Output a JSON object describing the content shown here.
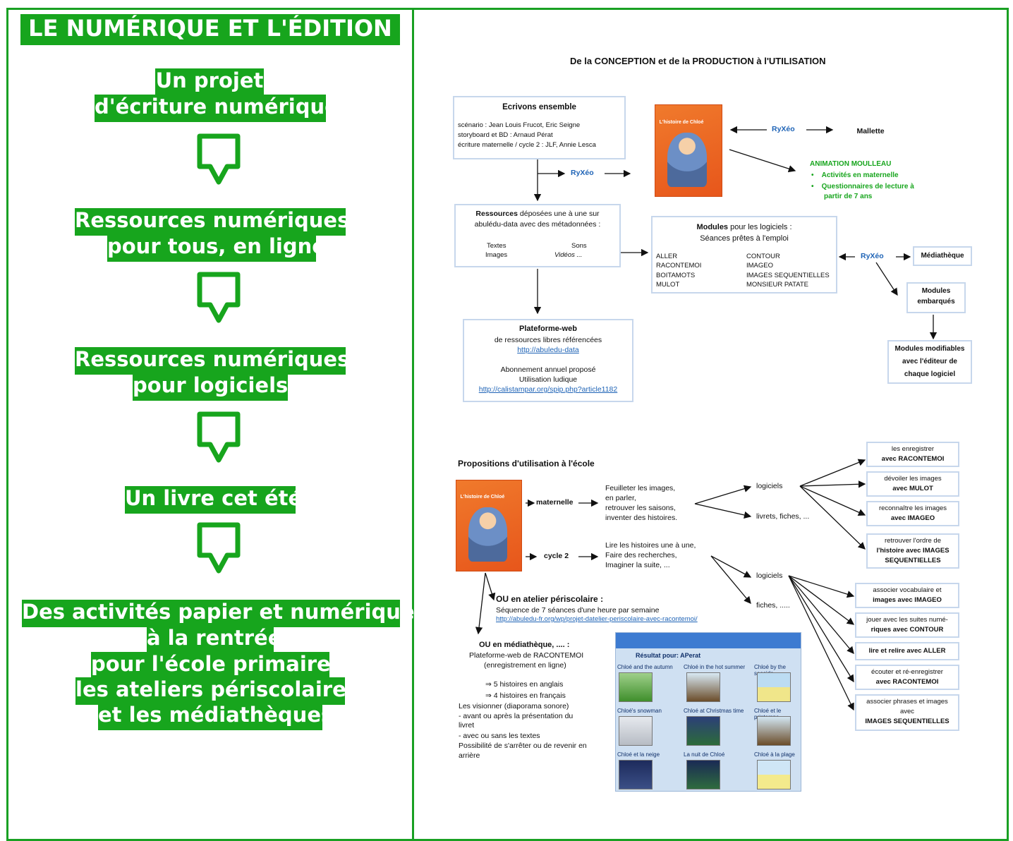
{
  "left": {
    "title": "LE NUMÉRIQUE ET L'ÉDITION",
    "step1": [
      "Un projet",
      "d'écriture numérique"
    ],
    "step2": [
      "Ressources numériques",
      "pour tous, en ligne"
    ],
    "step3": [
      "Ressources numériques",
      "pour logiciels"
    ],
    "step4": [
      "Un livre cet été"
    ],
    "step5": [
      "Des activités papier et numériques",
      "à la rentrée",
      "pour l'école primaire,",
      "les ateliers périscolaires",
      "et les médiathèques"
    ]
  },
  "right": {
    "heading": "De la CONCEPTION et de la PRODUCTION à l'UTILISATION",
    "ecrivons": {
      "title": "Ecrivons ensemble",
      "lines": [
        "scénario : Jean Louis Frucot, Eric Seigne",
        "storyboard et BD : Arnaud Pérat",
        "écriture maternelle / cycle 2 : JLF, Annie Lesca"
      ]
    },
    "ryxeo1": "RyXéo",
    "ryxeo2": "RyXéo",
    "ryxeo3": "RyXéo",
    "mallette": "Mallette",
    "animation": {
      "title": "ANIMATION MOULLEAU",
      "items": [
        "Activités en maternelle",
        "Questionnaires de lecture à",
        "partir de 7 ans"
      ]
    },
    "ressources": {
      "title_bold": "Ressources",
      "title_rest": " déposées une à une sur",
      "line2": "abulédu-data avec des métadonnées :",
      "col1": [
        "Textes",
        "Images"
      ],
      "col2": [
        "Sons",
        "Vidéos ..."
      ]
    },
    "modules": {
      "title_bold": "Modules",
      "title_rest": " pour les logiciels :",
      "line2": "Séances prêtes à l'emploi",
      "col1": [
        "ALLER",
        "RACONTEMOI",
        "BOITAMOTS",
        "MULOT"
      ],
      "col2": [
        "CONTOUR",
        "IMAGEO",
        "IMAGES SEQUENTIELLES",
        "MONSIEUR PATATE"
      ]
    },
    "mediatheque": "Médiathèque",
    "embarques": [
      "Modules",
      "embarqués"
    ],
    "modifiables": [
      "Modules modifiables",
      "avec l'éditeur de",
      "chaque logiciel"
    ],
    "plateforme": {
      "title": "Plateforme-web",
      "line1": "de ressources libres référencées",
      "link1": "http://abuledu-data",
      "line2": "Abonnement annuel proposé",
      "line3": "Utilisation ludique",
      "link2": "http://calistampar.org/spip.php?article1182"
    },
    "propositions": "Propositions d'utilisation à l'école",
    "maternelle": "maternelle",
    "cycle2": "cycle 2",
    "mat_acts": [
      "Feuilleter les images,",
      "en parler,",
      "retrouver les saisons,",
      "inventer des histoires."
    ],
    "cyc_acts": [
      "Lire les histoires une à une,",
      "Faire des recherches,",
      "Imaginer la suite, ..."
    ],
    "logiciels1": "logiciels",
    "livrets": "livrets, fiches, ...",
    "logiciels2": "logiciels",
    "fiches": "fiches, .....",
    "mat_soft": [
      [
        "les enregistrer",
        "avec RACONTEMOI"
      ],
      [
        "dévoiler les images",
        "avec MULOT"
      ],
      [
        "reconnaître les images",
        "avec IMAGEO"
      ],
      [
        "retrouver l'ordre de",
        "l'histoire avec IMAGES",
        "SEQUENTIELLES"
      ]
    ],
    "cyc_soft": [
      [
        "associer vocabulaire et",
        "images avec IMAGEO"
      ],
      [
        "jouer avec les suites numé-",
        "riques avec CONTOUR"
      ],
      [
        "lire et relire avec ALLER"
      ],
      [
        "écouter et ré-enregistrer",
        "avec RACONTEMOI"
      ],
      [
        "associer phrases et images",
        "avec",
        "IMAGES SEQUENTIELLES"
      ]
    ],
    "periscolaire": {
      "title": "OU en atelier périscolaire :",
      "line": "Séquence de 7 séances d'une heure par semaine",
      "link": "http://abuledu-fr.org/wp/projet-datelier-periscolaire-avec-racontemoi/"
    },
    "mediatheque_use": {
      "title": "OU en médiathèque, .... :",
      "lines": [
        "Plateforme-web de RACONTEMOI",
        "(enregistrement en ligne)"
      ],
      "items": [
        "⇒ 5 histoires en anglais",
        "⇒ 4 histoires en français"
      ],
      "desc": [
        "Les visionner (diaporama sonore)",
        "- avant ou après la présentation du",
        "livret",
        "- avec ou sans les textes",
        "Possibilité de s'arrêter ou de revenir en",
        "arrière"
      ]
    },
    "screenshot": {
      "result": "Résultat pour: APerat",
      "labels": [
        "Chloé and the autumn",
        "Chloé in the hot summer",
        "Chloé by the seaside",
        "Chloé's snowman",
        "Chloé at Christmas time",
        "Chloé et le printemps",
        "Chloé et la neige",
        "La nuit de Chloé",
        "Chloé à la plage"
      ]
    },
    "book_title": "L'histoire de Chloé"
  },
  "colors": {
    "green": "#17a51d",
    "blue": "#1e63b6",
    "box_border": "#c7d7ec"
  }
}
